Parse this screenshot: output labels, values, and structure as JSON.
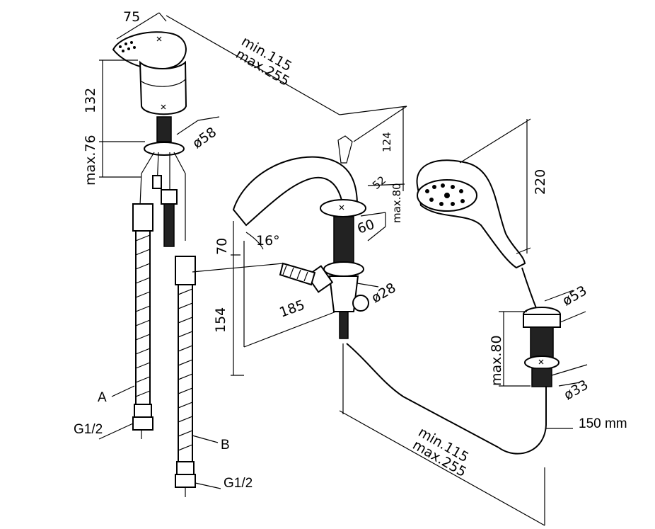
{
  "labels": {
    "top_width": "75",
    "top_height": "132",
    "top_max": "max.76",
    "top_dia": "ø58",
    "spout_dist_min": "min.115",
    "spout_dist_max": "max.255",
    "spout_height": "124",
    "spout_52": "52",
    "spout_max80": "max.80",
    "spout_60": "60",
    "spout_70": "70",
    "spout_angle": "16°",
    "spout_185": "185",
    "spout_154": "154",
    "spout_dia28": "ø28",
    "shower_220": "220",
    "shower_dia53": "ø53",
    "shower_max80": "max.80",
    "shower_dia33": "ø33",
    "hose_length": "150 mm",
    "bottom_min": "min.115",
    "bottom_max": "max.255",
    "hose_a": "A",
    "hose_b": "B",
    "thread_left": "G1/2",
    "thread_right": "G1/2"
  }
}
